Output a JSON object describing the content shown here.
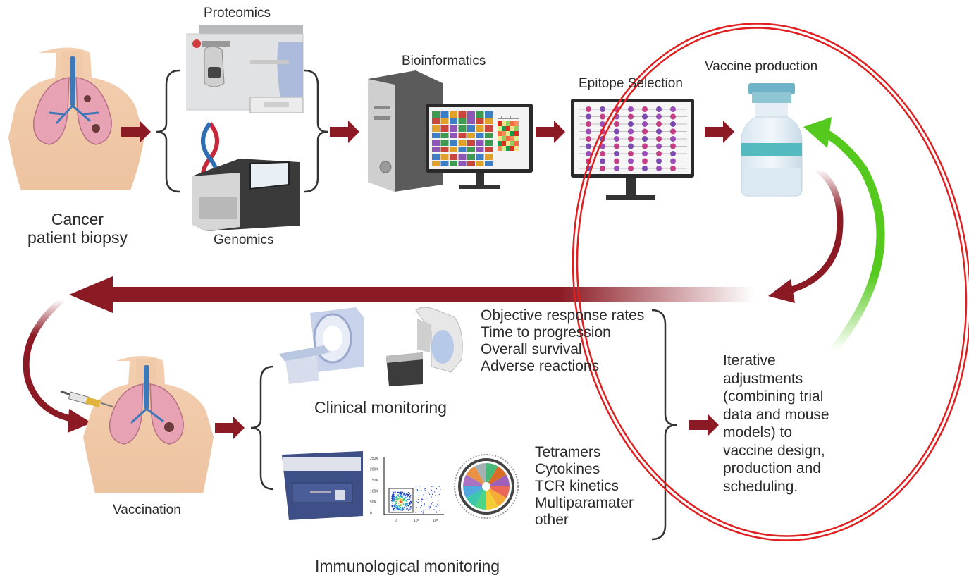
{
  "labels": {
    "proteomics": "Proteomics",
    "genomics": "Genomics",
    "bioinformatics": "Bioinformatics",
    "epitope_selection": "Epitope Selection",
    "vaccine_production": "Vaccine production",
    "patient_line1": "Cancer",
    "patient_line2": "patient biopsy",
    "vaccination": "Vaccination",
    "clinical_monitoring": "Clinical monitoring",
    "immunological_monitoring": "Immunological monitoring"
  },
  "clinical_endpoints": [
    "Objective response rates",
    "Time to progression",
    "Overall survival",
    "Adverse reactions"
  ],
  "immuno_assays": [
    "Tetramers",
    "Cytokines",
    "TCR kinetics",
    "Multiparamater",
    "other"
  ],
  "iterative_text": [
    "Iterative",
    "adjustments",
    "(combining trial",
    "data and mouse",
    "models)  to",
    "vaccine design,",
    "production and",
    "scheduling."
  ],
  "flow_plot": {
    "y_ticks": [
      "250K",
      "200K",
      "150K",
      "100K",
      "50K",
      "0"
    ],
    "x_ticks": [
      "0",
      "10³",
      "10⁵"
    ]
  },
  "colors": {
    "arrow_red": "#8b1a24",
    "feedback_green": "#55c91e",
    "highlight_ellipse": "#e02020"
  }
}
